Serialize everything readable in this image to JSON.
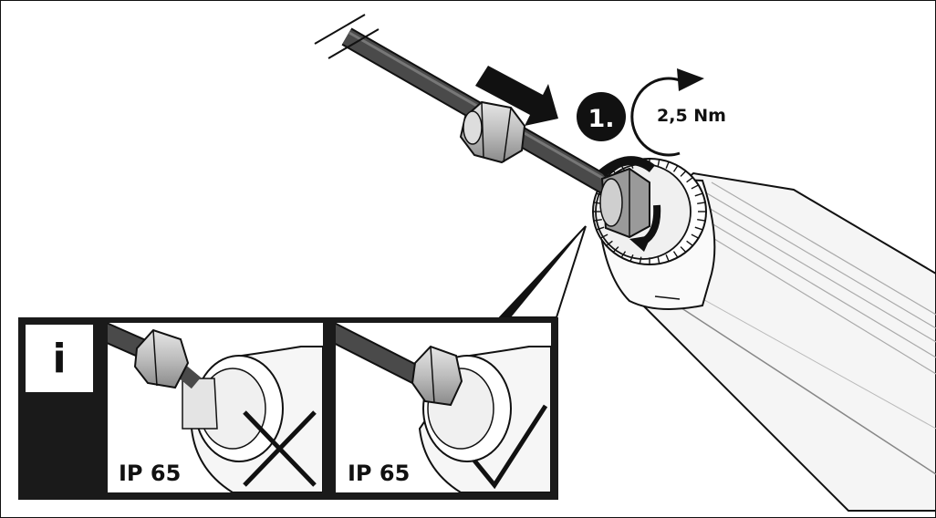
{
  "step": {
    "number": "1."
  },
  "torque": {
    "value": "2,5 Nm"
  },
  "info": {
    "symbol": "i"
  },
  "panels": [
    {
      "label": "IP 65",
      "status": "incorrect",
      "status_icon": "cross-icon"
    },
    {
      "label": "IP 65",
      "status": "correct",
      "status_icon": "checkmark-icon"
    }
  ],
  "colors": {
    "ink": "#111111",
    "cable": "#3a3a3a",
    "nut": "#b8b8b8",
    "housing": "#f4f4f4",
    "panel_bg": "#1a1a1a"
  }
}
